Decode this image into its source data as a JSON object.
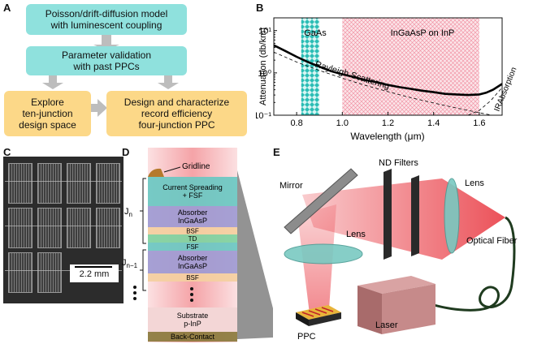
{
  "panels": {
    "a": "A",
    "b": "B",
    "c": "C",
    "d": "D",
    "e": "E"
  },
  "flow": {
    "box1": "Poisson/drift-diffusion model\nwith luminescent coupling",
    "box2": "Parameter validation\nwith past PPCs",
    "box3": "Explore\nten-junction\ndesign space",
    "box4": "Design and characterize\nrecord efficiency\nfour-junction PPC"
  },
  "chart_data": {
    "type": "line",
    "title": "",
    "xlabel": "Wavelength (μm)",
    "ylabel": "Attenuation (db/km)",
    "xlim": [
      0.7,
      1.7
    ],
    "ylim": [
      0.1,
      20
    ],
    "yscale": "log",
    "xticks": [
      "0.8",
      "1.0",
      "1.2",
      "1.4",
      "1.6"
    ],
    "yticks": [
      "10⁻¹",
      "10⁰",
      "10¹"
    ],
    "regions": [
      {
        "label": "GaAs",
        "x0": 0.82,
        "x1": 0.9,
        "color": "#2bbdb5"
      },
      {
        "label": "InGaAsP on InP",
        "x0": 1.0,
        "x1": 1.6,
        "color": "#f08a9c"
      }
    ],
    "series": [
      {
        "name": "",
        "style": "solid",
        "x": [
          0.7,
          0.75,
          0.8,
          0.85,
          0.9,
          0.95,
          1.0,
          1.05,
          1.1,
          1.15,
          1.2,
          1.25,
          1.3,
          1.35,
          1.4,
          1.45,
          1.5,
          1.55,
          1.6,
          1.63,
          1.66,
          1.7
        ],
        "y": [
          4.5,
          3.3,
          2.4,
          1.8,
          1.4,
          1.1,
          0.93,
          0.8,
          0.68,
          0.6,
          0.52,
          0.46,
          0.42,
          0.38,
          0.35,
          0.32,
          0.31,
          0.3,
          0.31,
          0.34,
          0.4,
          0.55
        ]
      },
      {
        "name": "Rayleigh Scattering",
        "style": "dashed",
        "x": [
          0.7,
          0.8,
          0.9,
          1.0,
          1.1,
          1.2,
          1.3,
          1.4,
          1.5,
          1.6,
          1.7
        ],
        "y": [
          3.1,
          1.8,
          1.14,
          0.75,
          0.51,
          0.36,
          0.26,
          0.195,
          0.148,
          0.114,
          0.09
        ]
      },
      {
        "name": "IR Absorption",
        "style": "dashed",
        "x": [
          1.55,
          1.6,
          1.65,
          1.7
        ],
        "y": [
          0.1,
          0.13,
          0.22,
          0.45
        ]
      }
    ],
    "annotations": [
      "GaAs",
      "InGaAsP on InP",
      "Rayleigh Scattering",
      "IRAbsorption"
    ]
  },
  "micro": {
    "scale": "2.2 mm"
  },
  "stack": {
    "gridline": "Gridline",
    "layers": [
      "Current Spreading\n+ FSF",
      "Absorber\nInGaAsP",
      "BSF",
      "TD",
      "FSF",
      "Absorber\nInGaAsP",
      "BSF",
      "Substrate\np-InP",
      "Back-Contact"
    ],
    "jn": "J",
    "jn_sub": "n",
    "jn1": "J",
    "jn1_sub": "n−1",
    "colors": [
      "#6ac8c2",
      "#9e9ad2",
      "#f4cfa0",
      "#7fd3a0",
      "#6ac8c2",
      "#9e9ad2",
      "#f4cfa0",
      "#f3d6d6",
      "#8a7a3c"
    ]
  },
  "setup": {
    "nd": "ND Filters",
    "lens1": "Lens",
    "mirror": "Mirror",
    "lens2": "Lens",
    "fiber": "Optical Fiber",
    "laser": "Laser",
    "ppc": "PPC"
  }
}
